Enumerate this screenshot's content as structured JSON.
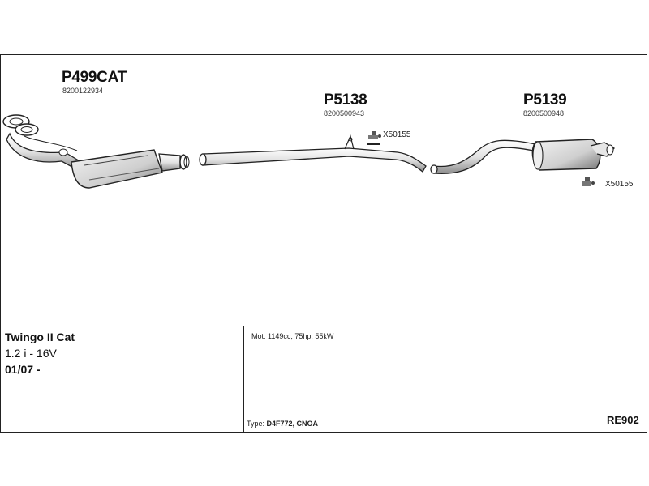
{
  "parts": [
    {
      "code": "P499CAT",
      "oem": "8200122934"
    },
    {
      "code": "P5138",
      "oem": "8200500943"
    },
    {
      "code": "P5139",
      "oem": "8200500948"
    }
  ],
  "kits": [
    {
      "code": "X50155"
    },
    {
      "code": "X50155"
    }
  ],
  "vehicle": {
    "model": "Twingo II Cat",
    "engine": "1.2 i - 16V",
    "date": "01/07 -"
  },
  "specs": {
    "motor": "Mot. 1149cc, 75hp, 55kW",
    "type_label": "Type:",
    "type_value": "D4F772, CNOA"
  },
  "diagram_code": "RE902",
  "colors": {
    "line": "#222222",
    "part_fill": "#e6e6e6",
    "part_shade": "#9a9a9a"
  }
}
